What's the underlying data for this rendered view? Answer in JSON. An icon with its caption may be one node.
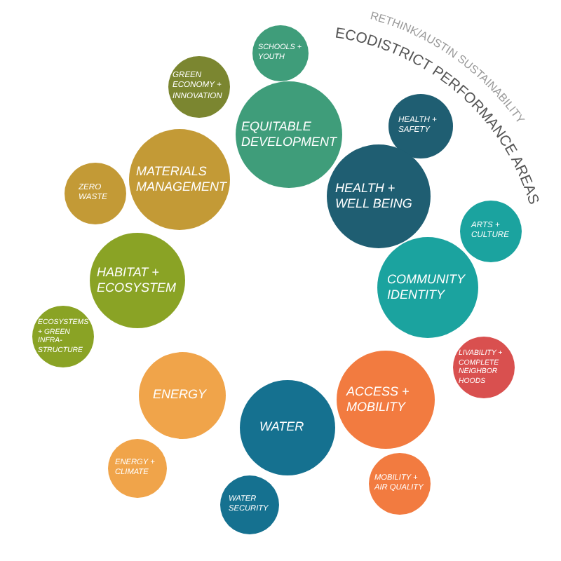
{
  "diagram": {
    "title": "ECODISTRICT PERFORMANCE AREAS",
    "nodes": [
      {
        "text": [
          "SCHOOLS + YOUTH"
        ]
      },
      {
        "text": [
          "GREEN ECONOMY + INNOVATION"
        ]
      },
      {
        "text": [
          "EQUITABLE DEVELOPMENT"
        ]
      },
      {
        "text": [
          "HEALTH + SAFETY"
        ]
      },
      {
        "text": [
          "MATERIALS MANAGEMENT"
        ]
      },
      {
        "text": [
          "ZERO WASTE"
        ]
      },
      {
        "text": [
          "HEALTH + WELL BEING"
        ]
      },
      {
        "text": [
          "ARTS + CULTURE"
        ]
      },
      {
        "text": [
          "COMMUNITY IDENTITY"
        ]
      },
      {
        "text": [
          "HABITAT + ECOSYSTEM"
        ]
      },
      {
        "text": [
          "ECOSYSTEMS + GREEN INFRA-STRUCTURE"
        ]
      },
      {
        "text": [
          "LIVABILITY + COMPLETE NEIGHBOR HOODS"
        ]
      },
      {
        "text": [
          "ENERGY"
        ]
      },
      {
        "text": [
          "ACCESS + MOBILITY"
        ]
      },
      {
        "text": [
          "WATER"
        ]
      },
      {
        "text": [
          "ENERGY + CLIMATE"
        ]
      },
      {
        "text": [
          "MOBILITY + AIR QUALITY"
        ]
      },
      {
        "text": [
          "WATER SECURITY"
        ]
      }
    ],
    "edges": [],
    "labels": [
      "RETHINK/AUSTIN SUSTAINABILITY"
    ]
  }
}
